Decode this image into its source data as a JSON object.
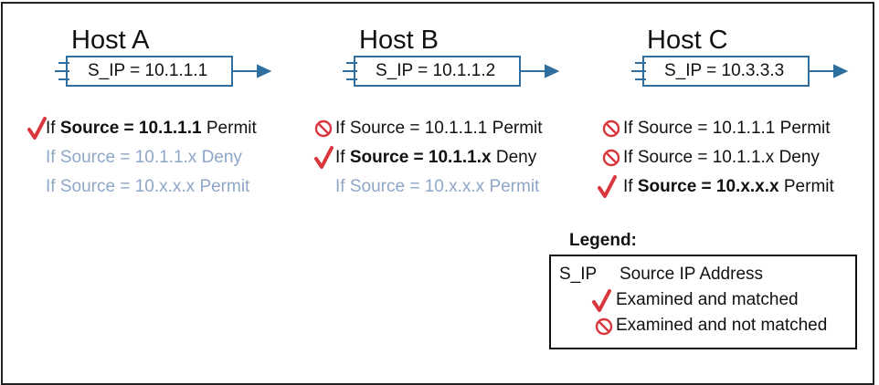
{
  "hosts": [
    {
      "title": "Host A",
      "packet": "S_IP = 10.1.1.1",
      "rules": [
        {
          "pre": "If ",
          "bold": "Source = 10.1.1.1",
          "post": " Permit",
          "status": "matched"
        },
        {
          "pre": "If Source = 10.1.1.x Deny",
          "bold": "",
          "post": "",
          "status": "not_examined"
        },
        {
          "pre": "If Source = 10.x.x.x Permit",
          "bold": "",
          "post": "",
          "status": "not_examined"
        }
      ]
    },
    {
      "title": "Host B",
      "packet": "S_IP = 10.1.1.2",
      "rules": [
        {
          "pre": "If Source = 10.1.1.1 Permit",
          "bold": "",
          "post": "",
          "status": "not_matched"
        },
        {
          "pre": "If ",
          "bold": "Source = 10.1.1.x",
          "post": " Deny",
          "status": "matched"
        },
        {
          "pre": "If Source = 10.x.x.x Permit",
          "bold": "",
          "post": "",
          "status": "not_examined"
        }
      ]
    },
    {
      "title": "Host C",
      "packet": "S_IP = 10.3.3.3",
      "rules": [
        {
          "pre": "If Source = 10.1.1.1 Permit",
          "bold": "",
          "post": "",
          "status": "not_matched"
        },
        {
          "pre": "If Source = 10.1.1.x Deny",
          "bold": "",
          "post": "",
          "status": "not_matched"
        },
        {
          "pre": "If ",
          "bold": "Source = 10.x.x.x",
          "post": " Permit",
          "status": "matched"
        }
      ]
    }
  ],
  "legend": {
    "title": "Legend:",
    "abbrev": "S_IP",
    "abbrev_meaning": "Source IP Address",
    "matched": "Examined and matched",
    "not_matched": "Examined and not matched"
  },
  "colors": {
    "packet_border": "#2f6f9f",
    "check": "#d9363e",
    "prohibit": "#d9363e",
    "dim_text": "#8fa7c7"
  }
}
